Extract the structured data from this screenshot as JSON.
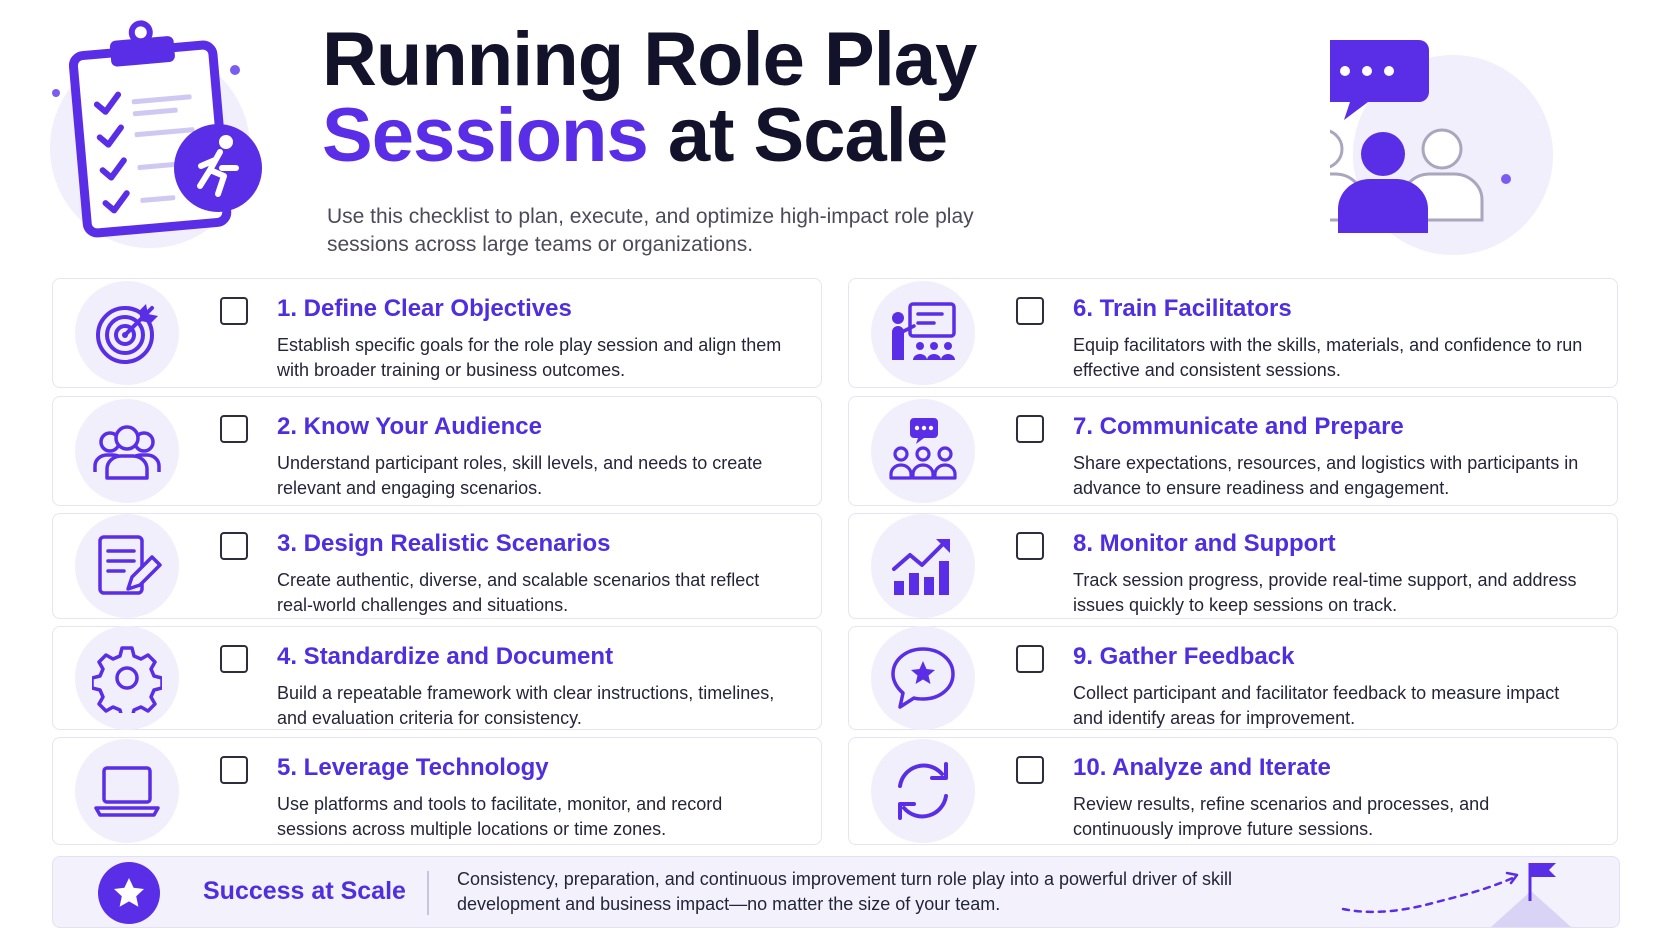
{
  "header": {
    "title_line1": "Running Role Play",
    "title_line2_accent": "Sessions",
    "title_line2_rest": " at Scale",
    "subtitle": "Use this checklist to plan, execute, and optimize high-impact role play sessions across large teams or organizations."
  },
  "colors": {
    "accent": "#5a2ee6",
    "title": "#12122a",
    "card_border": "#e6e4f2",
    "icon_bg": "#f1effb"
  },
  "items": [
    {
      "title": "1. Define Clear Objectives",
      "desc": "Establish specific goals for the role play session and align them with broader training or business outcomes.",
      "icon": "target-icon",
      "checked": false
    },
    {
      "title": "2. Know Your Audience",
      "desc": "Understand participant roles, skill levels, and needs to create relevant and engaging scenarios.",
      "icon": "audience-icon",
      "checked": false
    },
    {
      "title": "3. Design Realistic Scenarios",
      "desc": "Create authentic, diverse, and scalable scenarios that reflect real-world challenges and situations.",
      "icon": "document-edit-icon",
      "checked": false
    },
    {
      "title": "4. Standardize and Document",
      "desc": "Build a repeatable framework with clear instructions, timelines, and evaluation criteria for consistency.",
      "icon": "gear-icon",
      "checked": false
    },
    {
      "title": "5. Leverage Technology",
      "desc": "Use platforms and tools to facilitate, monitor, and record sessions across multiple locations or time zones.",
      "icon": "laptop-icon",
      "checked": false
    },
    {
      "title": "6. Train Facilitators",
      "desc": "Equip facilitators with the skills, materials, and confidence to run effective and consistent sessions.",
      "icon": "presenter-icon",
      "checked": false
    },
    {
      "title": "7. Communicate and Prepare",
      "desc": "Share expectations, resources, and logistics with participants in advance to ensure readiness and engagement.",
      "icon": "group-chat-icon",
      "checked": false
    },
    {
      "title": "8. Monitor and Support",
      "desc": "Track session progress, provide real-time support, and address issues quickly to keep sessions on track.",
      "icon": "growth-chart-icon",
      "checked": false
    },
    {
      "title": "9. Gather Feedback",
      "desc": "Collect participant and facilitator feedback to measure impact and identify areas for improvement.",
      "icon": "star-speech-icon",
      "checked": false
    },
    {
      "title": "10. Analyze and Iterate",
      "desc": "Review results, refine scenarios and processes, and continuously improve future sessions.",
      "icon": "refresh-icon",
      "checked": false
    }
  ],
  "footer": {
    "title": "Success at Scale",
    "desc": "Consistency, preparation, and continuous improvement turn role play into a powerful driver of skill development and business impact—no matter the size of your team.",
    "icon": "star-icon",
    "illustration": "flag-icon"
  }
}
